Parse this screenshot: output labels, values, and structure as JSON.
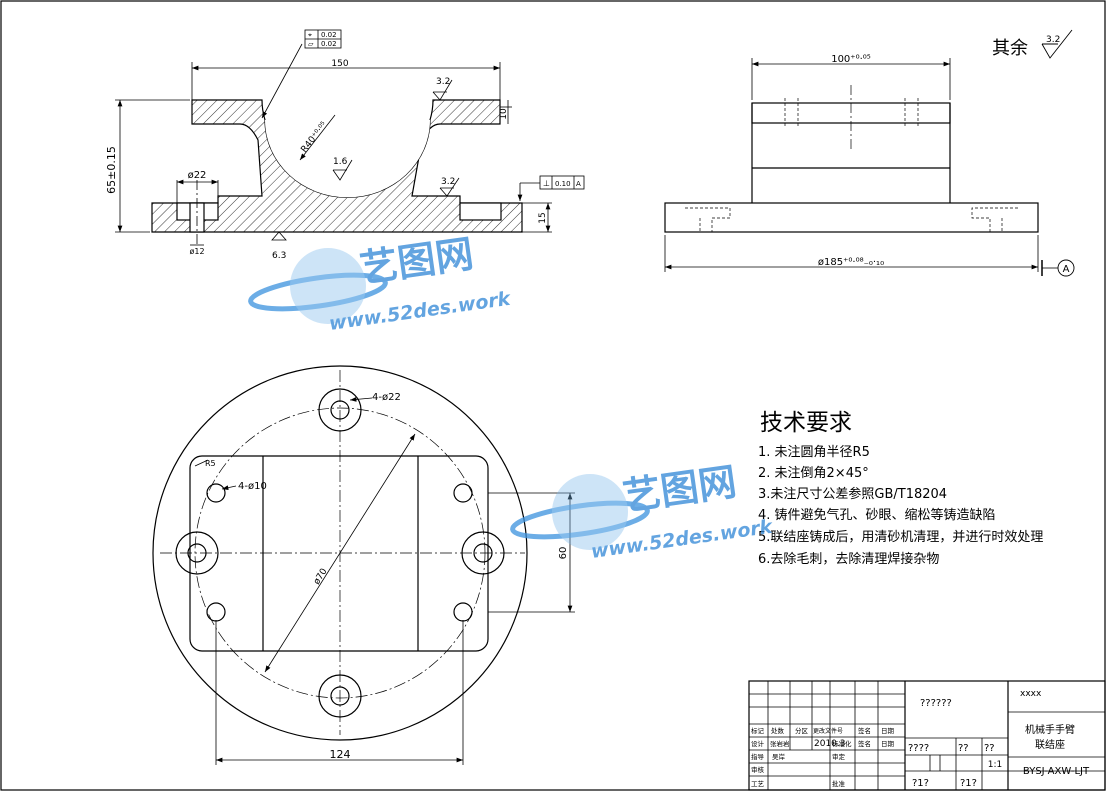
{
  "roughness": {
    "label": "其余",
    "value": "3.2",
    "top_left": "3.2",
    "top_right": "3.2",
    "center": "1.6",
    "bottom": "6.3"
  },
  "front_view": {
    "width_dim": "150",
    "height_dim": "65±0.15",
    "top_thickness": "10",
    "base_thickness": "15",
    "bore_dia": "ø22",
    "small_hole": "ø12",
    "radius_dim": "R40⁺⁰·⁰⁵",
    "tol_flatness": "0.02",
    "tol_position": "0.02",
    "tol_perp_value": "0.10",
    "tol_perp_datum": "A"
  },
  "side_view": {
    "width_dim": "100⁺⁰·⁰⁵",
    "base_dia": "ø185⁺⁰·⁰⁸₋₀·₁₀",
    "datum": "A"
  },
  "top_view": {
    "holes_large": "4-ø22",
    "holes_small": "4-ø10",
    "chamfer": "R5",
    "pcd": "ø70",
    "height_dim": "60",
    "width_dim": "124"
  },
  "tech": {
    "title": "技术要求",
    "items": [
      "1. 未注圆角半径R5",
      "2. 未注倒角2×45°",
      "3.未注尺寸公差参照GB/T18204",
      "4. 铸件避免气孔、砂眼、缩松等铸造缺陷",
      "5.联结座铸成后，用清砂机清理，并进行时效处理",
      "6.去除毛刺，去除清理焊接杂物"
    ]
  },
  "title_block": {
    "company": "xxxx",
    "material": "??????",
    "part_name_1": "机械手手臂",
    "part_name_2": "联结座",
    "drawing_no": "BYSJ-AXW-LJT",
    "scale": "1:1",
    "date": "2010.3",
    "name": "吴岸",
    "weight_row": "????",
    "q1": "??",
    "q2": "??",
    "sheets": "?1?",
    "sheets2": "?1?",
    "headers": [
      "标记",
      "处数",
      "分区",
      "更改文件号",
      "签名",
      "日期"
    ],
    "row_design": [
      "设计",
      "张岩岩",
      "标准化",
      "签名",
      "日期"
    ],
    "labels_left": [
      "指导",
      "审核",
      "工艺"
    ],
    "labels_mid": [
      "审定",
      "批准"
    ]
  },
  "watermark": {
    "brand": "艺图网",
    "url": "www.52des.work",
    "color": "#2f86d6"
  }
}
